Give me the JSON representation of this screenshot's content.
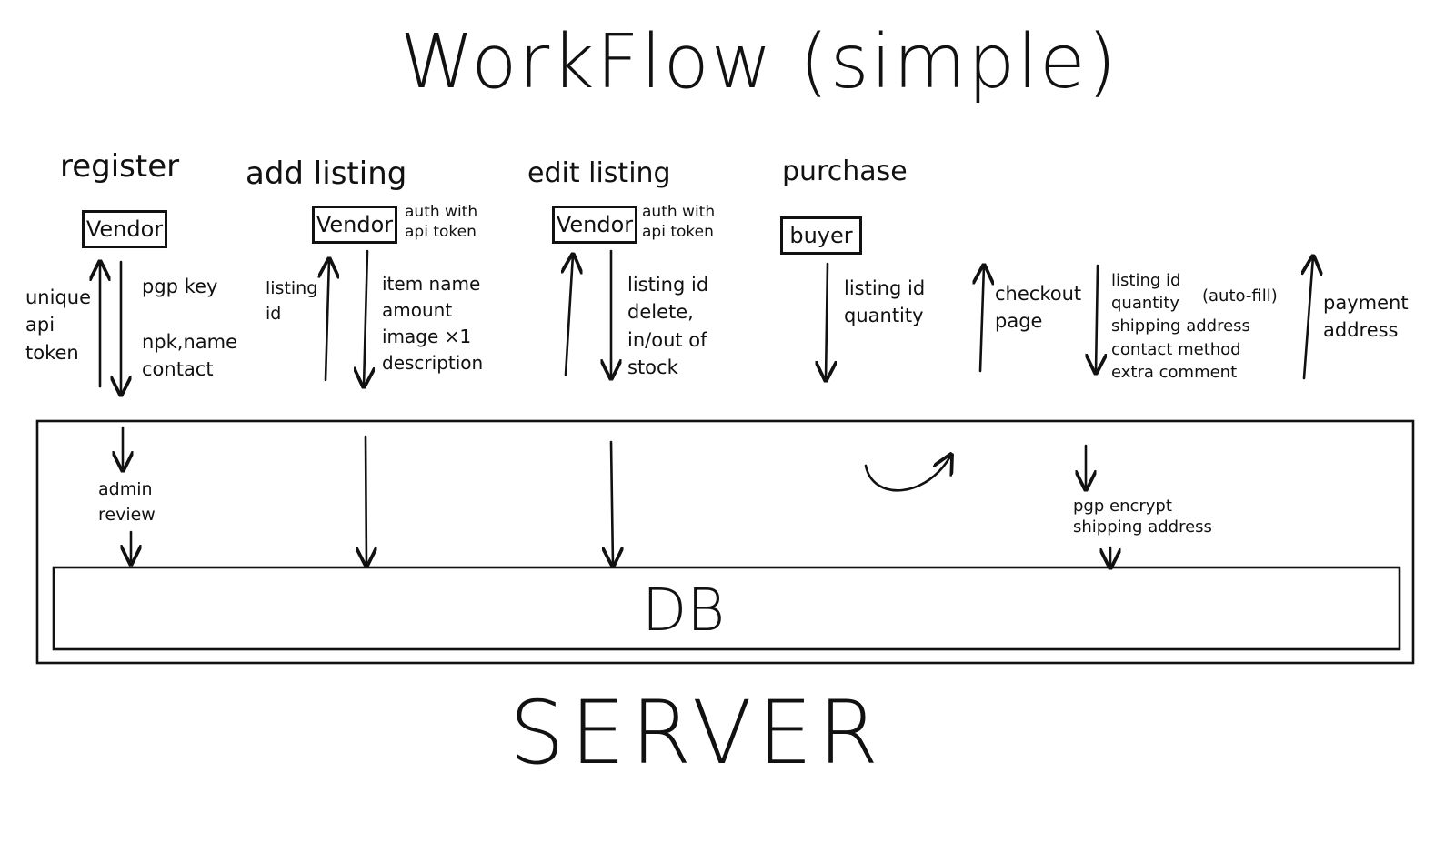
{
  "title": "WorkFlow (simple)",
  "server_label": "SERVER",
  "db_label": "DB",
  "steps": {
    "register": {
      "label": "register",
      "actor": "Vendor",
      "up_note": "unique\napi\ntoken",
      "down_note": "pgp key\n\nnpk,name\ncontact",
      "server_note": "admin\nreview"
    },
    "add_listing": {
      "label": "add listing",
      "actor": "Vendor",
      "auth_note": "auth with\napi token",
      "up_note": "listing\nid",
      "down_note": "item name\namount\nimage ×1\ndescription"
    },
    "edit_listing": {
      "label": "edit listing",
      "actor": "Vendor",
      "auth_note": "auth with\napi token",
      "down_note": "listing id\ndelete,\nin/out of\nstock"
    },
    "purchase": {
      "label": "purchase",
      "actor": "buyer",
      "down_note_1": "listing id\nquantity",
      "up_note_1": "checkout\npage",
      "down_note_2": "listing id\nquantity\nshipping address\ncontact method\nextra comment",
      "autofill_note": "(auto-fill)",
      "up_note_2": "payment\naddress",
      "server_note": "pgp encrypt\nshipping address"
    }
  }
}
